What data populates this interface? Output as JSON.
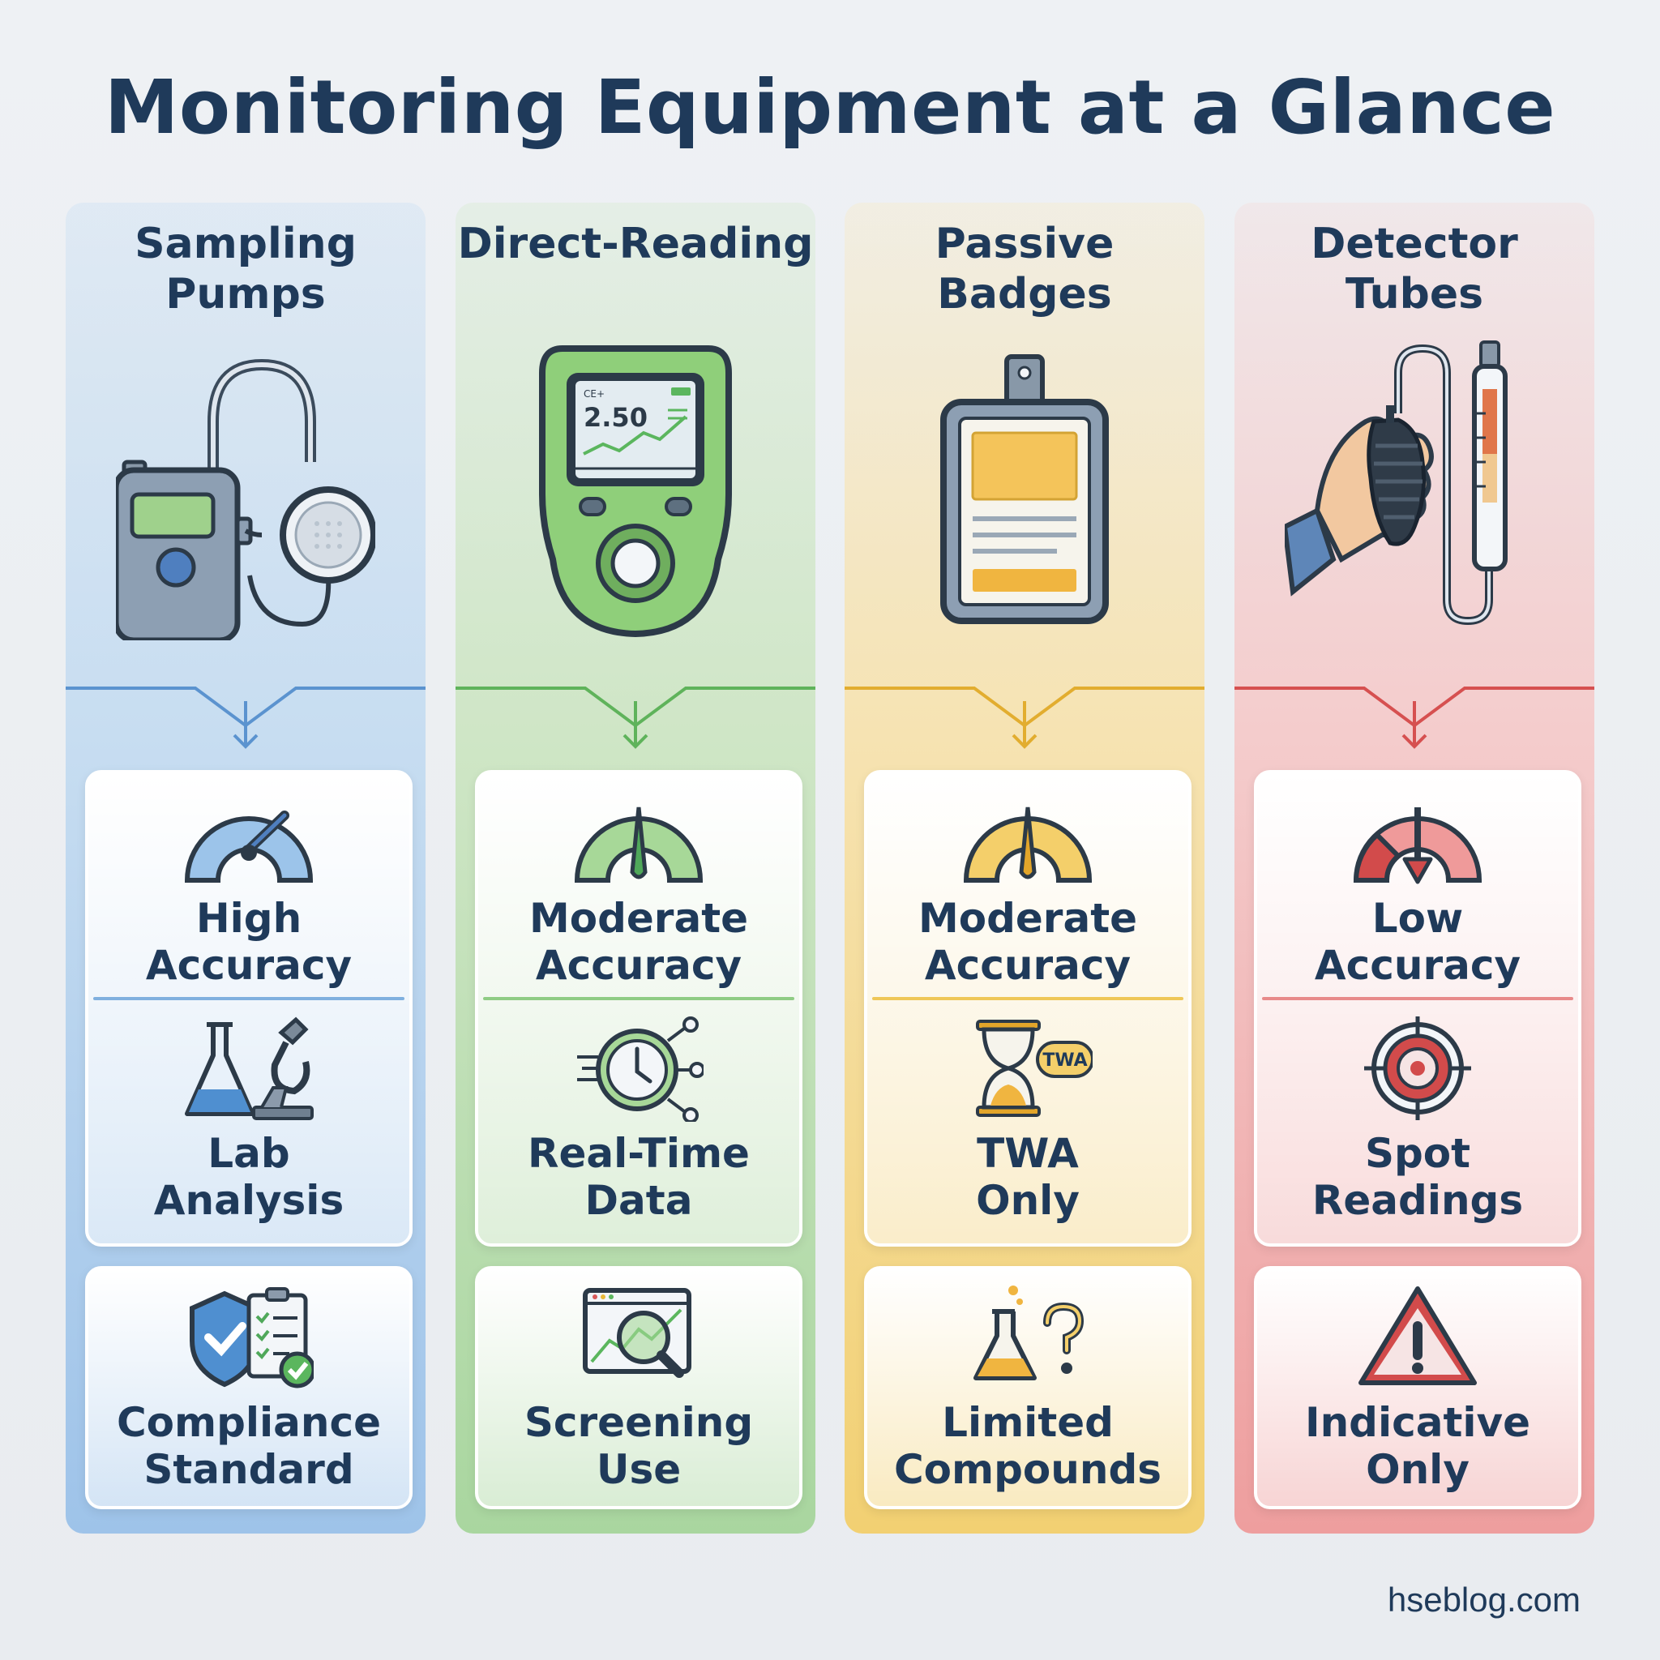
{
  "title": "Monitoring Equipment at a Glance",
  "footer": "hseblog.com",
  "colors": {
    "blue": "#5b93cf",
    "green": "#6ebc6a",
    "yellow": "#e8b838",
    "red": "#d95a5a",
    "navy": "#1f3a5a"
  },
  "columns": [
    {
      "id": "sampling-pumps",
      "theme": "blue",
      "header": [
        "Sampling",
        "Pumps"
      ],
      "device_icon": "sampling-pump-icon",
      "cells": [
        {
          "icon": "gauge-high-icon",
          "lines": [
            "High",
            "Accuracy"
          ]
        },
        {
          "icon": "lab-flask-microscope-icon",
          "lines": [
            "Lab",
            "Analysis"
          ]
        },
        {
          "icon": "shield-checklist-icon",
          "lines": [
            "Compliance",
            "Standard"
          ]
        }
      ]
    },
    {
      "id": "direct-reading",
      "theme": "green",
      "header": [
        "Direct-Reading"
      ],
      "device_icon": "gas-meter-icon",
      "device_screen_value": "2.50",
      "device_screen_mark": "CE+",
      "cells": [
        {
          "icon": "gauge-moderate-icon",
          "lines": [
            "Moderate",
            "Accuracy"
          ]
        },
        {
          "icon": "stopwatch-network-icon",
          "lines": [
            "Real-Time",
            "Data"
          ]
        },
        {
          "icon": "screen-magnifier-icon",
          "lines": [
            "Screening",
            "Use"
          ]
        }
      ]
    },
    {
      "id": "passive-badges",
      "theme": "yellow",
      "header": [
        "Passive",
        "Badges"
      ],
      "device_icon": "badge-icon",
      "cells": [
        {
          "icon": "gauge-moderate-icon",
          "lines": [
            "Moderate",
            "Accuracy"
          ]
        },
        {
          "icon": "hourglass-twa-icon",
          "lines": [
            "TWA",
            "Only"
          ],
          "icon_label": "TWA"
        },
        {
          "icon": "flask-question-icon",
          "lines": [
            "Limited",
            "Compounds"
          ]
        }
      ]
    },
    {
      "id": "detector-tubes",
      "theme": "red",
      "header": [
        "Detector",
        "Tubes"
      ],
      "device_icon": "hand-pump-tube-icon",
      "cells": [
        {
          "icon": "gauge-low-icon",
          "lines": [
            "Low",
            "Accuracy"
          ]
        },
        {
          "icon": "target-icon",
          "lines": [
            "Spot",
            "Readings"
          ]
        },
        {
          "icon": "warning-triangle-icon",
          "lines": [
            "Indicative",
            "Only"
          ]
        }
      ]
    }
  ]
}
